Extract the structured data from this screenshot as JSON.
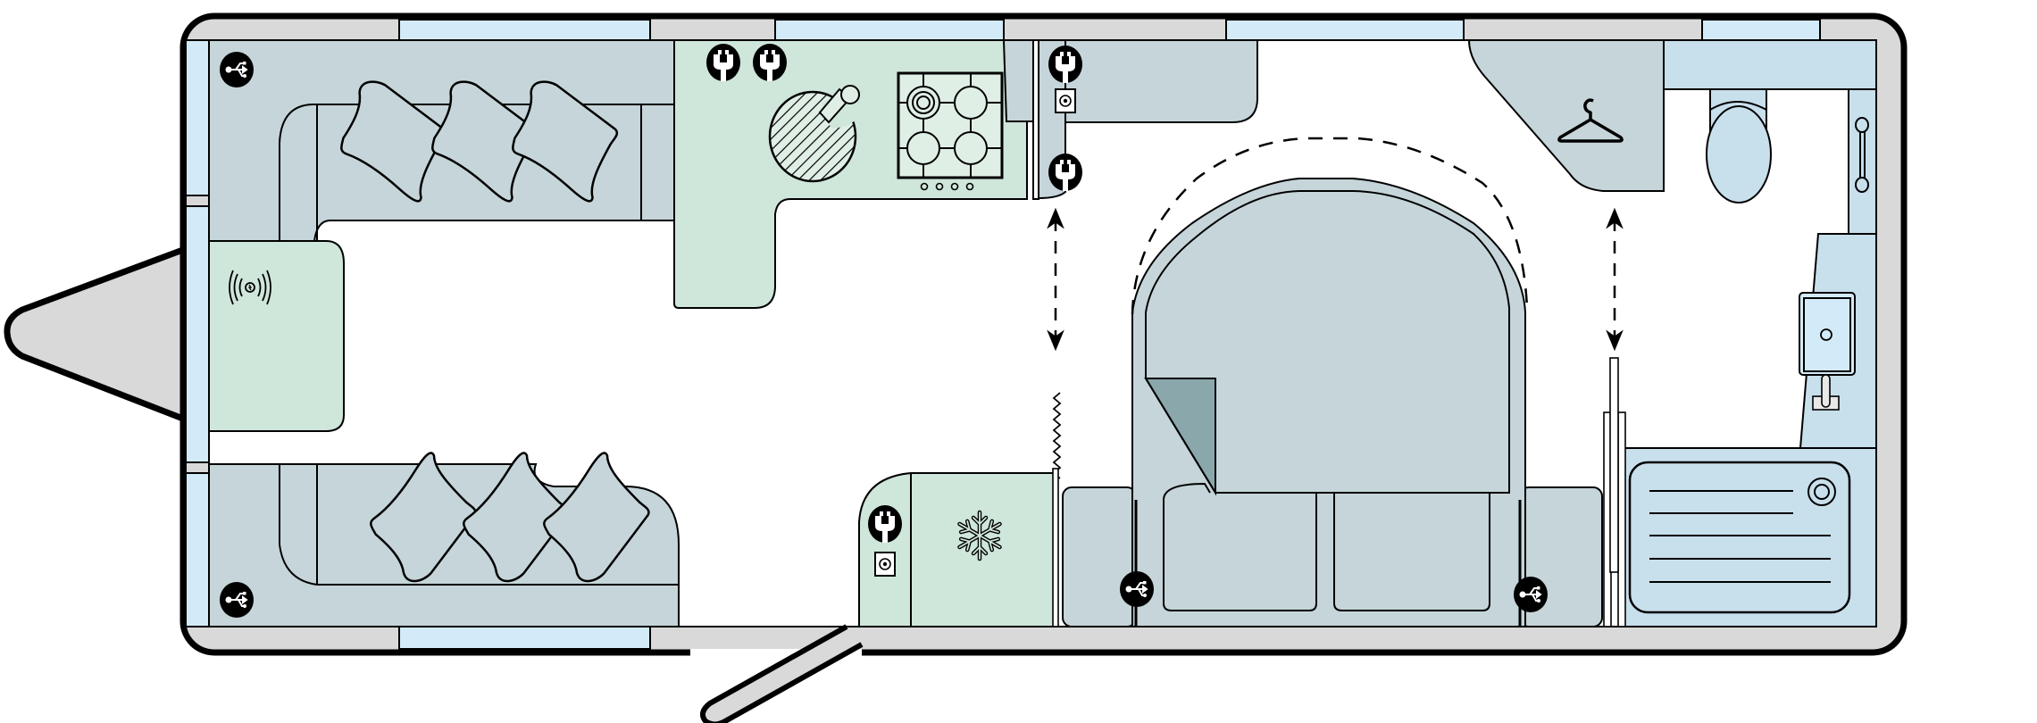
{
  "floorplan": {
    "zones": [
      "front-lounge",
      "kitchen",
      "fridge",
      "central-bed",
      "wardrobe",
      "washroom"
    ],
    "colors": {
      "shell": "#d9d9d9",
      "window": "#d3ebf8",
      "seating": "#c5d5d9",
      "kitchen": "#cfe6da",
      "washroom": "#c8dfec",
      "bed_fold": "#8aa8ac",
      "outline": "#000000",
      "background": "#ffffff"
    },
    "icons": {
      "usb": "usb-icon",
      "plug": "plug-socket-icon",
      "tv_point": "tv-aerial-point-icon",
      "wireless_charger": "wireless-charging-icon",
      "fridge": "snowflake-icon",
      "wardrobe": "coat-hanger-icon",
      "hob": "hob-icon",
      "sink": "sink-icon",
      "toilet": "toilet-icon",
      "shower_tray": "shower-tray-icon",
      "towel_rail": "towel-rail-icon",
      "basin": "basin-icon"
    },
    "counts": {
      "usb_sockets": 4,
      "plug_sockets": 5,
      "tv_points": 2,
      "hob_burners": 4,
      "hob_knobs": 4,
      "cushions_per_sofa": 3
    }
  }
}
